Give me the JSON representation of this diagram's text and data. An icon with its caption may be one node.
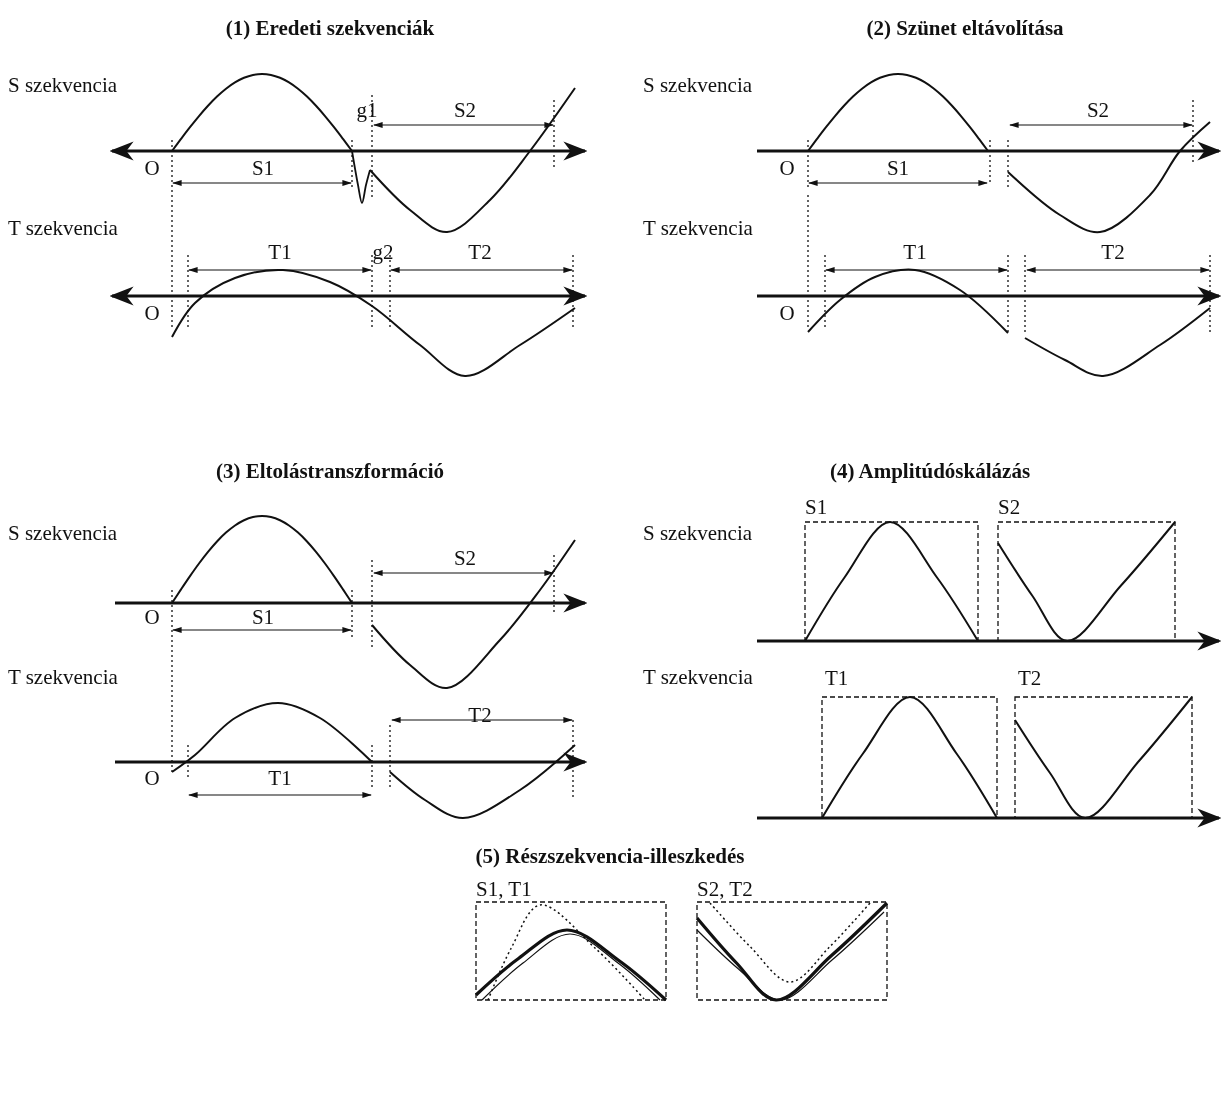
{
  "diagram": {
    "labels": [
      "(1) Eredeti szekvenciák",
      "(2) Szünet eltávolítása",
      "S szekvencia",
      "g1",
      "S2",
      "O",
      "S1",
      "T szekvencia",
      "T1",
      "g2",
      "T2",
      "O",
      "S szekvencia",
      "S2",
      "O",
      "S1",
      "T szekvencia",
      "T1",
      "T2",
      "O",
      "(3) Eltolástranszformáció",
      "(4) Amplitúdóskálázás",
      "S szekvencia",
      "S2",
      "O",
      "S1",
      "T szekvencia",
      "T2",
      "O",
      "T1",
      "S1",
      "S2",
      "S szekvencia",
      "T szekvencia",
      "T1",
      "T2",
      "(5) Részszekvencia-illeszkedés",
      "S1, T1",
      "S2, T2"
    ]
  }
}
